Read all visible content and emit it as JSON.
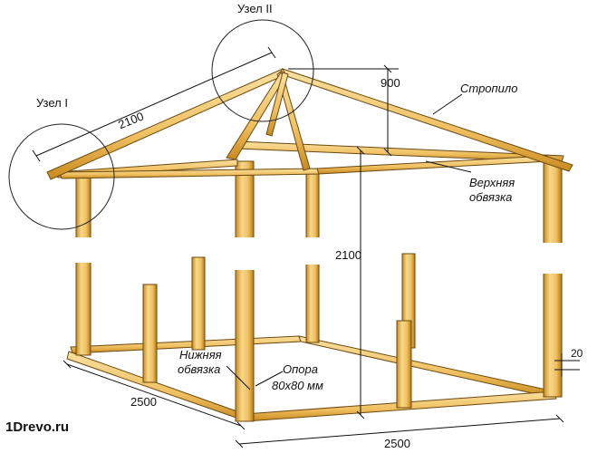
{
  "labels": {
    "node1": "Узел I",
    "node2": "Узел II",
    "rafter": "Стропило",
    "top_frame_1": "Верхняя",
    "top_frame_2": "обвязка",
    "bottom_frame_1": "Нижняя",
    "bottom_frame_2": "обвязка",
    "post_1": "Опора",
    "post_2": "80x80 мм"
  },
  "dimensions": {
    "rafter_length": "2100",
    "ridge_height": "900",
    "post_height": "2100",
    "base_offset": "20",
    "width_left": "2500",
    "width_bottom": "2500"
  },
  "watermark": "1Drevo.ru",
  "colors": {
    "wood_light": "#f7d88a",
    "wood_mid": "#f0c060",
    "wood_dark": "#c98a1e",
    "outline": "#6b4a12",
    "line": "#111111"
  }
}
